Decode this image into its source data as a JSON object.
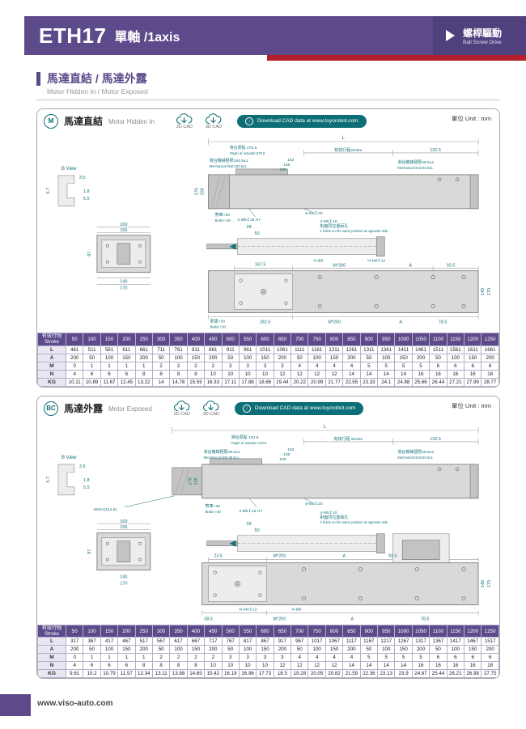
{
  "colors": {
    "purple": "#5c4a8a",
    "red": "#b3202c",
    "teal": "#0e6e78",
    "row_label_bg": "#e9e6f2"
  },
  "header": {
    "model": "ETH17",
    "subtitle": "單軸 /1axis",
    "drive_zh": "螺桿驅動",
    "drive_en": "Ball Screw Drive"
  },
  "section": {
    "title": "馬達直結 / 馬達外露",
    "subtitle": "Motor Hidden In / Motor Exposed"
  },
  "icons": {
    "download_arrow": "↓"
  },
  "footer": {
    "url": "www.viso-auto.com"
  },
  "panels": [
    {
      "badge": "M",
      "title_zh": "馬達直結",
      "title_en": "Motor Hidden In",
      "cad2d": "2D CAD",
      "cad3d": "3D CAD",
      "download": "Download CAD data at www.toyorobot.com",
      "unit": "單位 Unit : mm",
      "drawing": {
        "dim_L": "L",
        "origin_zh": "滑台原點 278.5",
        "origin_en": "Origin of actuator:278.5",
        "stroke_zh": "有效行程Stroke",
        "stroke_val": "132.5",
        "mech_left_zh": "滑台機械極限193.5±1",
        "mech_left_en": "Mechanical limit:193.5±1",
        "mech_right_zh": "滑台機械極限46.5±1",
        "mech_right_en": "Mechanical limit:46.5±1",
        "stack_dims": [
          "152",
          "136",
          "100"
        ],
        "side_dims": [
          "170",
          "156"
        ],
        "b_view_label": "B View",
        "b_dims": [
          "3.5",
          "1.8",
          "5.5",
          "5.7"
        ],
        "brake_zh": "煞車+30",
        "brake_en": "Brake:+30",
        "callout_top_holes": "8-M8↧20",
        "callout_counterbore": "2-Ø6↧15 H7",
        "callout_side_holes": "4-M5↧10",
        "callout_side_zh": "對面同位置兩孔",
        "callout_side_en": "2 holes on the same position at opposite side.",
        "end_dims_top": [
          "169",
          "156"
        ],
        "end_dim_left": "97",
        "end_dims_bottom": [
          "140",
          "170"
        ],
        "rod_dims": [
          "28",
          "50"
        ],
        "plan_top": [
          "167.5",
          "N-Ø9",
          "M*200",
          "N-M8↧12",
          "A",
          "93.5"
        ],
        "plan_right": [
          "140",
          "170"
        ],
        "plan_bottom": [
          "182.5",
          "M*200",
          "A",
          "78.5"
        ]
      },
      "table": {
        "corner_zh": "有效行程",
        "corner_en": "Stroke",
        "header": [
          "50",
          "100",
          "150",
          "200",
          "250",
          "300",
          "350",
          "400",
          "450",
          "500",
          "550",
          "600",
          "650",
          "700",
          "750",
          "800",
          "850",
          "900",
          "950",
          "1000",
          "1050",
          "1100",
          "1150",
          "1200",
          "1250"
        ],
        "rows": [
          {
            "label": "L",
            "values": [
              "461",
              "511",
              "561",
              "611",
              "661",
              "711",
              "761",
              "811",
              "861",
              "911",
              "961",
              "1011",
              "1061",
              "1111",
              "1161",
              "1211",
              "1261",
              "1311",
              "1361",
              "1411",
              "1461",
              "1511",
              "1561",
              "1611",
              "1661"
            ]
          },
          {
            "label": "A",
            "values": [
              "200",
              "50",
              "100",
              "150",
              "200",
              "50",
              "100",
              "150",
              "200",
              "50",
              "100",
              "150",
              "200",
              "50",
              "100",
              "150",
              "200",
              "50",
              "100",
              "150",
              "200",
              "50",
              "100",
              "150",
              "200"
            ]
          },
          {
            "label": "M",
            "values": [
              "0",
              "1",
              "1",
              "1",
              "1",
              "2",
              "2",
              "2",
              "2",
              "3",
              "3",
              "3",
              "3",
              "4",
              "4",
              "4",
              "4",
              "5",
              "5",
              "5",
              "5",
              "6",
              "6",
              "6",
              "6"
            ]
          },
          {
            "label": "N",
            "values": [
              "4",
              "6",
              "6",
              "6",
              "8",
              "8",
              "8",
              "8",
              "10",
              "10",
              "10",
              "10",
              "12",
              "12",
              "12",
              "12",
              "14",
              "14",
              "14",
              "14",
              "16",
              "16",
              "16",
              "16",
              "18"
            ]
          },
          {
            "label": "KG",
            "values": [
              "10.11",
              "10.89",
              "11.67",
              "12.45",
              "13.22",
              "14",
              "14.78",
              "15.55",
              "16.33",
              "17.11",
              "17.88",
              "18.66",
              "19.44",
              "20.22",
              "20.99",
              "21.77",
              "22.55",
              "23.33",
              "24.1",
              "24.88",
              "25.66",
              "26.44",
              "27.21",
              "27.99",
              "28.77"
            ]
          }
        ]
      }
    },
    {
      "badge": "BC",
      "title_zh": "馬達外露",
      "title_en": "Motor Exposed",
      "cad2d": "2D CAD",
      "cad3d": "3D CAD",
      "download": "Download CAD data at www.toyorobot.com",
      "unit": "單位 Unit : mm",
      "drawing": {
        "dim_L": "L",
        "origin_zh": "滑台原點 134.5",
        "origin_en": "Origin of actuator:134.5",
        "stroke_zh": "有效行程 Stroke",
        "stroke_val": "132.5",
        "mech_left_zh": "滑台機械極限49.5±1",
        "mech_left_en": "Mechanical limit:49.5±1",
        "mech_right_zh": "滑台機械極限46.5±1",
        "mech_right_en": "Mechanical limit:46.5±1",
        "stack_dims": [
          "152",
          "136",
          "100"
        ],
        "side_dims": [
          "170",
          "156"
        ],
        "b_view_label": "B View",
        "b_dims": [
          "3.5",
          "1.8",
          "5.5",
          "5.7"
        ],
        "motor_label": "Motor(114.5)",
        "brake_zh": "煞車+30",
        "brake_en": "Brake:+30",
        "callout_top_holes": "8-M8↧20",
        "callout_counterbore": "2-Ø6↧15 H7",
        "callout_side_holes": "4-M5↧10",
        "callout_side_zh": "對面同位置兩孔",
        "callout_side_en": "2 holes on the same position at opposite side.",
        "end_dims_top": [
          "169",
          "156"
        ],
        "end_dim_left": "97",
        "end_dims_bottom": [
          "140",
          "170"
        ],
        "rod_dims": [
          "28",
          "50"
        ],
        "plan_top": [
          "23.5",
          "M*200",
          "A",
          "93.5"
        ],
        "plan_right": [
          "140",
          "170"
        ],
        "plan_bottom_callouts": [
          "N-M8↧12",
          "N-Ø9"
        ],
        "plan_bottom": [
          "38.5",
          "M*200",
          "A",
          "78.5"
        ]
      },
      "table": {
        "corner_zh": "有效行程",
        "corner_en": "Stroke",
        "header": [
          "50",
          "100",
          "150",
          "200",
          "250",
          "300",
          "350",
          "400",
          "450",
          "500",
          "550",
          "600",
          "650",
          "700",
          "750",
          "800",
          "850",
          "900",
          "950",
          "1000",
          "1050",
          "1100",
          "1150",
          "1200",
          "1250"
        ],
        "rows": [
          {
            "label": "L",
            "values": [
              "317",
              "367",
              "417",
              "467",
              "517",
              "567",
              "617",
              "667",
              "717",
              "767",
              "817",
              "867",
              "917",
              "967",
              "1017",
              "1067",
              "1117",
              "1167",
              "1217",
              "1267",
              "1317",
              "1367",
              "1417",
              "1467",
              "1517"
            ]
          },
          {
            "label": "A",
            "values": [
              "200",
              "50",
              "100",
              "150",
              "200",
              "50",
              "100",
              "150",
              "200",
              "50",
              "100",
              "150",
              "200",
              "50",
              "100",
              "150",
              "200",
              "50",
              "100",
              "150",
              "200",
              "50",
              "100",
              "150",
              "200"
            ]
          },
          {
            "label": "M",
            "values": [
              "0",
              "1",
              "1",
              "1",
              "1",
              "2",
              "2",
              "2",
              "2",
              "3",
              "3",
              "3",
              "3",
              "4",
              "4",
              "4",
              "4",
              "5",
              "5",
              "5",
              "5",
              "6",
              "6",
              "6",
              "6"
            ]
          },
          {
            "label": "N",
            "values": [
              "4",
              "6",
              "6",
              "6",
              "8",
              "8",
              "8",
              "8",
              "10",
              "10",
              "10",
              "10",
              "12",
              "12",
              "12",
              "12",
              "14",
              "14",
              "14",
              "14",
              "16",
              "16",
              "16",
              "16",
              "18"
            ]
          },
          {
            "label": "KG",
            "values": [
              "9.61",
              "10.2",
              "10.79",
              "11.57",
              "12.34",
              "13.11",
              "13.88",
              "14.65",
              "15.42",
              "16.19",
              "16.96",
              "17.73",
              "18.5",
              "19.28",
              "20.05",
              "20.82",
              "21.59",
              "22.36",
              "23.13",
              "23.9",
              "24.67",
              "25.44",
              "26.21",
              "26.98",
              "27.75"
            ]
          }
        ]
      }
    }
  ]
}
